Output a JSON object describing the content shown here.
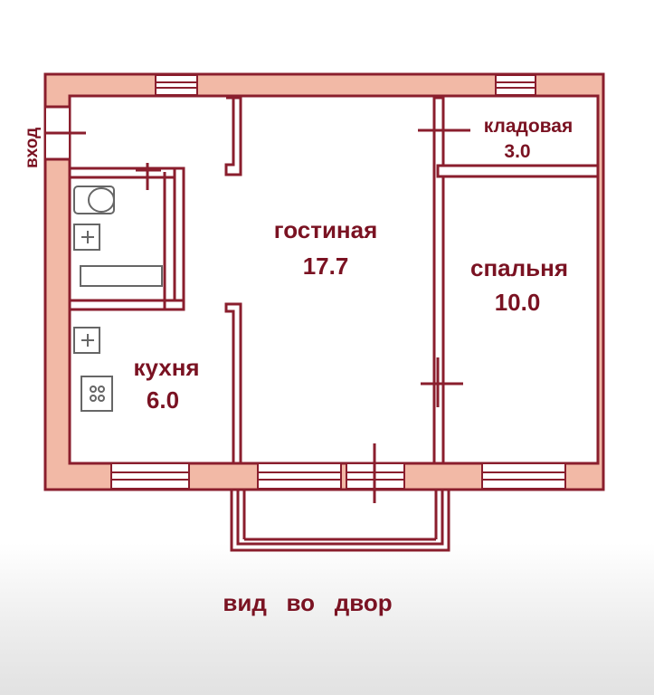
{
  "colors": {
    "wall_outline": "#8a1e2d",
    "wall_fill": "#f2b9a6",
    "floor": "#ffffff",
    "label": "#7a1222",
    "fixture": "#666666"
  },
  "rooms": {
    "living": {
      "name": "гостиная",
      "area": "17.7"
    },
    "bedroom": {
      "name": "спальня",
      "area": "10.0"
    },
    "kitchen": {
      "name": "кухня",
      "area": "6.0"
    },
    "storage": {
      "name": "кладовая",
      "area": "3.0"
    }
  },
  "entrance": {
    "label": "вход"
  },
  "view": {
    "label": "вид   во   двор"
  }
}
